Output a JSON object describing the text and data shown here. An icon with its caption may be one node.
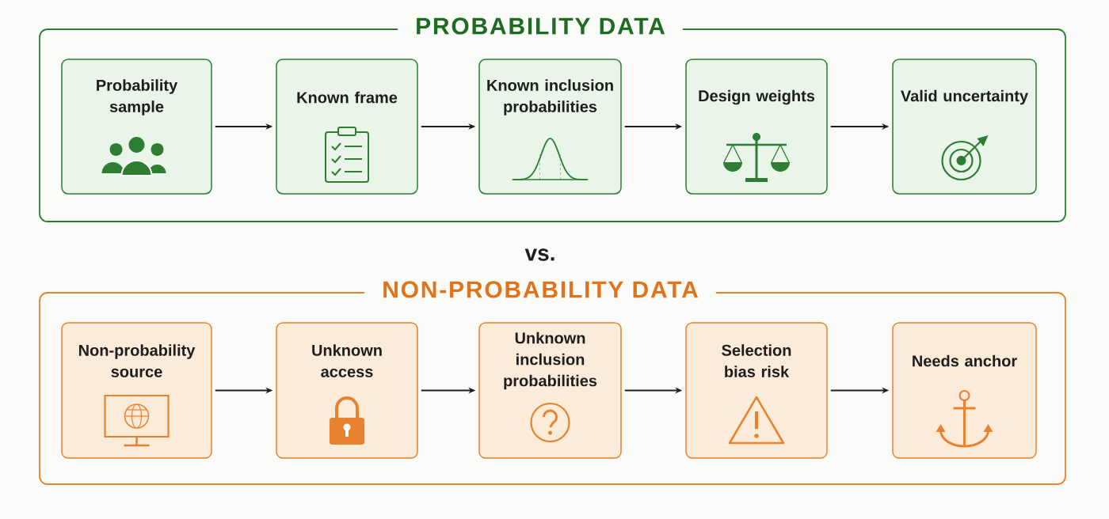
{
  "diagram": {
    "nodes": [
      {
        "text": [
          "PROBABILITY DATA"
        ]
      },
      {
        "text": [
          "Probability sample"
        ],
        "in": 0
      },
      {
        "text": [
          "Known frame"
        ],
        "in": 0
      },
      {
        "text": [
          "Known inclusion probabilities"
        ],
        "in": 0
      },
      {
        "text": [
          "Design weights"
        ],
        "in": 0
      },
      {
        "text": [
          "Valid uncertainty"
        ],
        "in": 0
      },
      {
        "text": [
          "NON-PROBABILITY DATA"
        ]
      },
      {
        "text": [
          "Non-probability source"
        ],
        "in": 6
      },
      {
        "text": [
          "Unknown access"
        ],
        "in": 6
      },
      {
        "text": [
          "Unknown inclusion probabilities"
        ],
        "in": 6
      },
      {
        "text": [
          "Selection bias risk"
        ],
        "in": 6
      },
      {
        "text": [
          "Needs anchor"
        ],
        "in": 6
      }
    ],
    "edges": [
      {
        "from": 1,
        "to": 2,
        "arrow": "to"
      },
      {
        "from": 2,
        "to": 3,
        "arrow": "to"
      },
      {
        "from": 3,
        "to": 4,
        "arrow": "to"
      },
      {
        "from": 4,
        "to": 5,
        "arrow": "to"
      },
      {
        "from": 7,
        "to": 8,
        "arrow": "to"
      },
      {
        "from": 8,
        "to": 9,
        "arrow": "to"
      },
      {
        "from": 9,
        "to": 10,
        "arrow": "to"
      },
      {
        "from": 10,
        "to": 11,
        "arrow": "to"
      }
    ],
    "labels": [
      "vs."
    ]
  }
}
